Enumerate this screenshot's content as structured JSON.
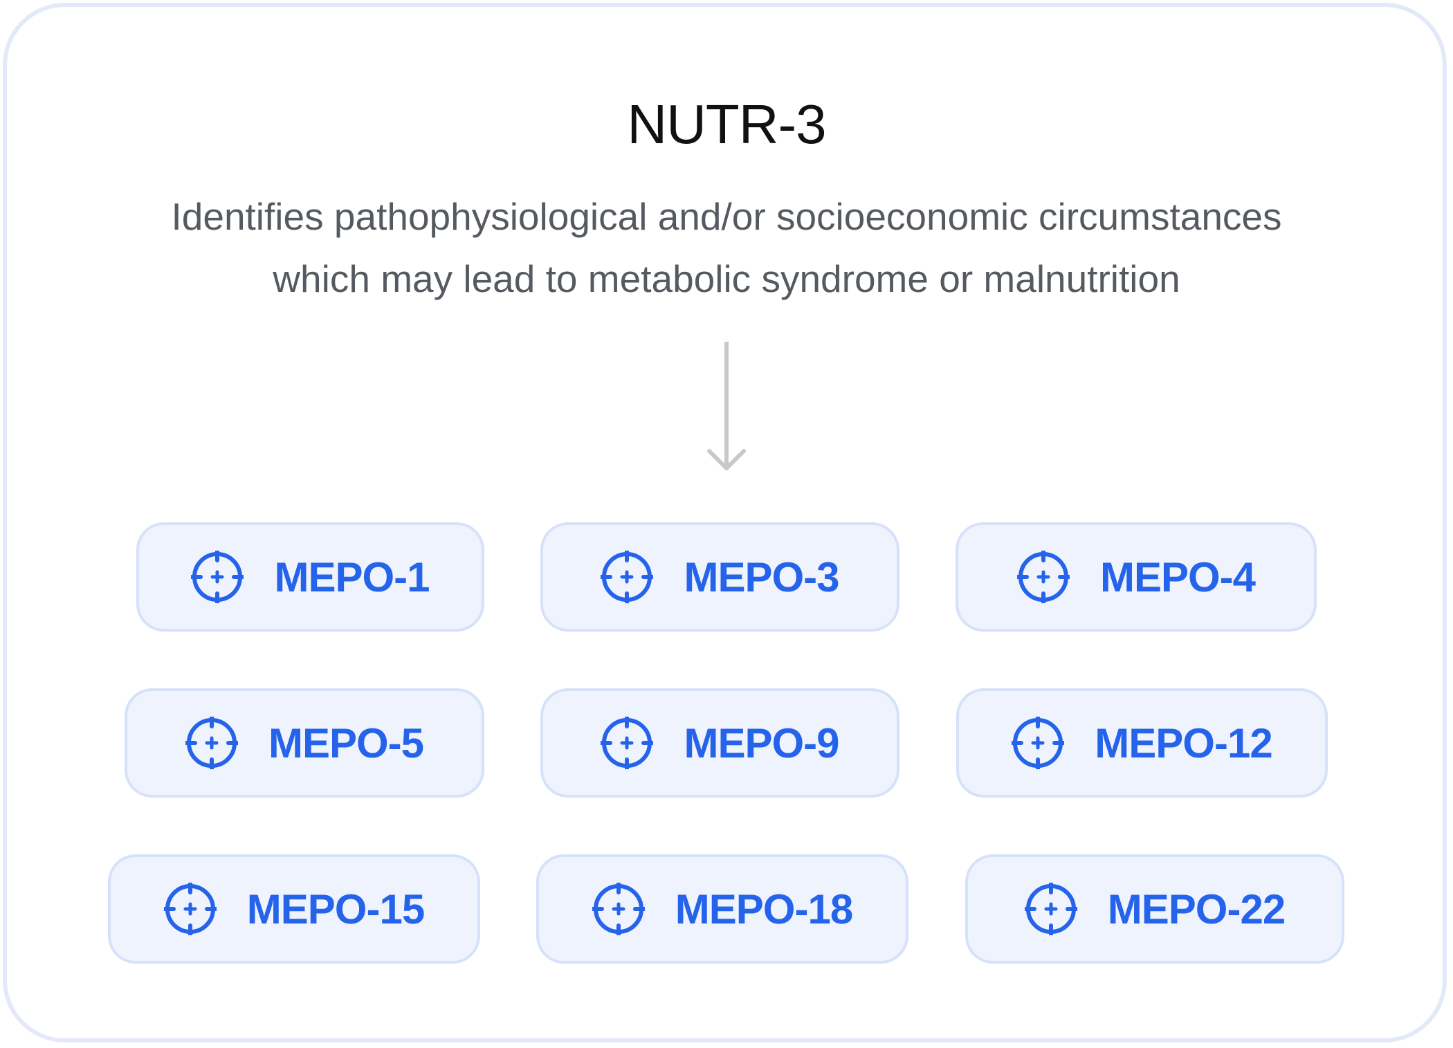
{
  "title": "NUTR-3",
  "description_line1": "Identifies pathophysiological and/or socioeconomic circumstances",
  "description_line2": "which may lead to metabolic syndrome or malnutrition",
  "accent_color": "#2563eb",
  "icon": "crosshair-icon",
  "items": [
    {
      "label": "MEPO-1"
    },
    {
      "label": "MEPO-3"
    },
    {
      "label": "MEPO-4"
    },
    {
      "label": "MEPO-5"
    },
    {
      "label": "MEPO-9"
    },
    {
      "label": "MEPO-12"
    },
    {
      "label": "MEPO-15"
    },
    {
      "label": "MEPO-18"
    },
    {
      "label": "MEPO-22"
    }
  ]
}
